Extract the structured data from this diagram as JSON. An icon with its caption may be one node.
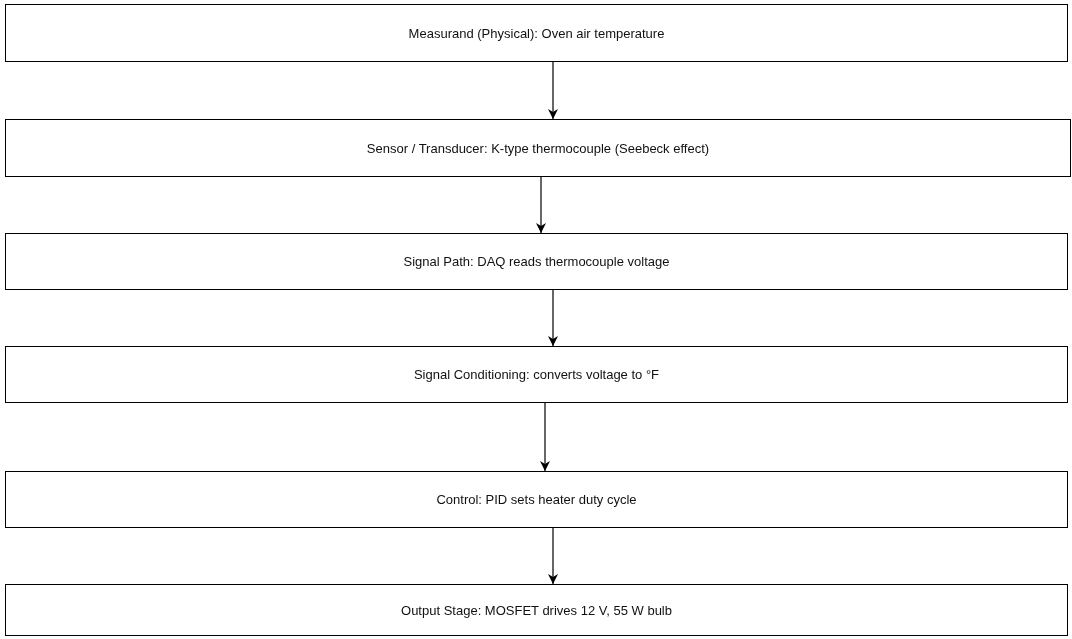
{
  "diagram": {
    "nodes": [
      {
        "text": [
          "Measurand (Physical): Oven air temperature"
        ]
      },
      {
        "text": [
          "Sensor / Transducer: K-type thermocouple (Seebeck effect)"
        ]
      },
      {
        "text": [
          "Signal Path: DAQ reads thermocouple voltage"
        ]
      },
      {
        "text": [
          "Signal Conditioning: converts voltage to °F"
        ]
      },
      {
        "text": [
          "Control: PID sets heater duty cycle"
        ]
      },
      {
        "text": [
          "Output Stage: MOSFET drives 12 V, 55 W bulb"
        ]
      }
    ],
    "edges": [
      {
        "from": 0,
        "to": 1,
        "arrow": "to"
      },
      {
        "from": 1,
        "to": 2,
        "arrow": "to"
      },
      {
        "from": 2,
        "to": 3,
        "arrow": "to"
      },
      {
        "from": 3,
        "to": 4,
        "arrow": "to"
      },
      {
        "from": 4,
        "to": 5,
        "arrow": "to"
      }
    ]
  }
}
